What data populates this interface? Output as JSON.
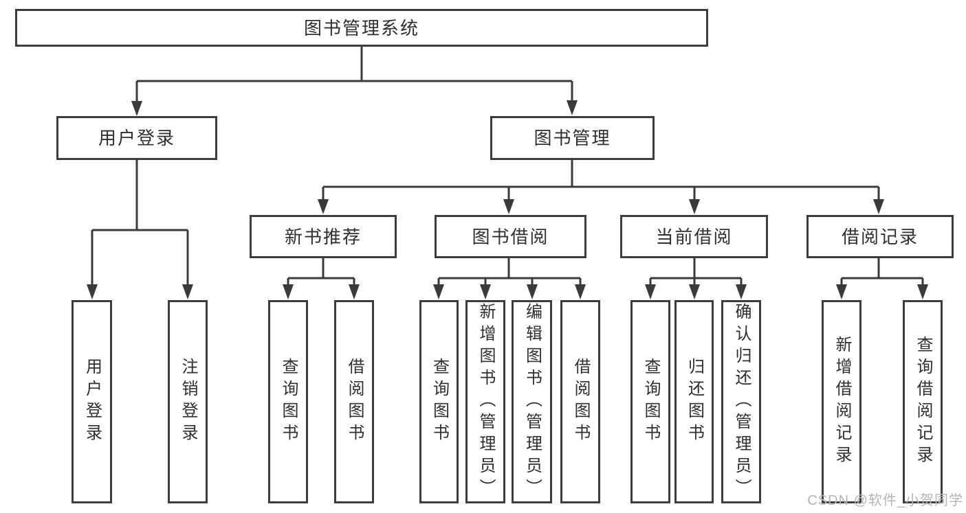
{
  "diagram_title": "图书管理系统",
  "nodes": {
    "root": "图书管理系统",
    "user_login": {
      "label": "用户登录",
      "children": [
        "用户登录",
        "注销登录"
      ]
    },
    "book_mgmt": {
      "label": "图书管理"
    },
    "new_books": {
      "label": "新书推荐",
      "children": [
        "查询图书",
        "借阅图书"
      ]
    },
    "book_borrow": {
      "label": "图书借阅",
      "children": [
        "查询图书",
        "新增图书（管理员）",
        "编辑图书（管理员）",
        "借阅图书"
      ]
    },
    "current_borrow": {
      "label": "当前借阅",
      "children": [
        "查询图书",
        "归还图书",
        "确认归还（管理员）"
      ]
    },
    "borrow_records": {
      "label": "借阅记录",
      "children": [
        "新增借阅记录",
        "查询借阅记录"
      ]
    }
  },
  "watermark": {
    "text": "CSDN @软件_小贺同学"
  },
  "colors": {
    "line": "#3a3a3a",
    "box_border": "#3d3d3d",
    "text": "#2f2f2f",
    "watermark": "#b5b5b5",
    "background": "#ffffff"
  }
}
